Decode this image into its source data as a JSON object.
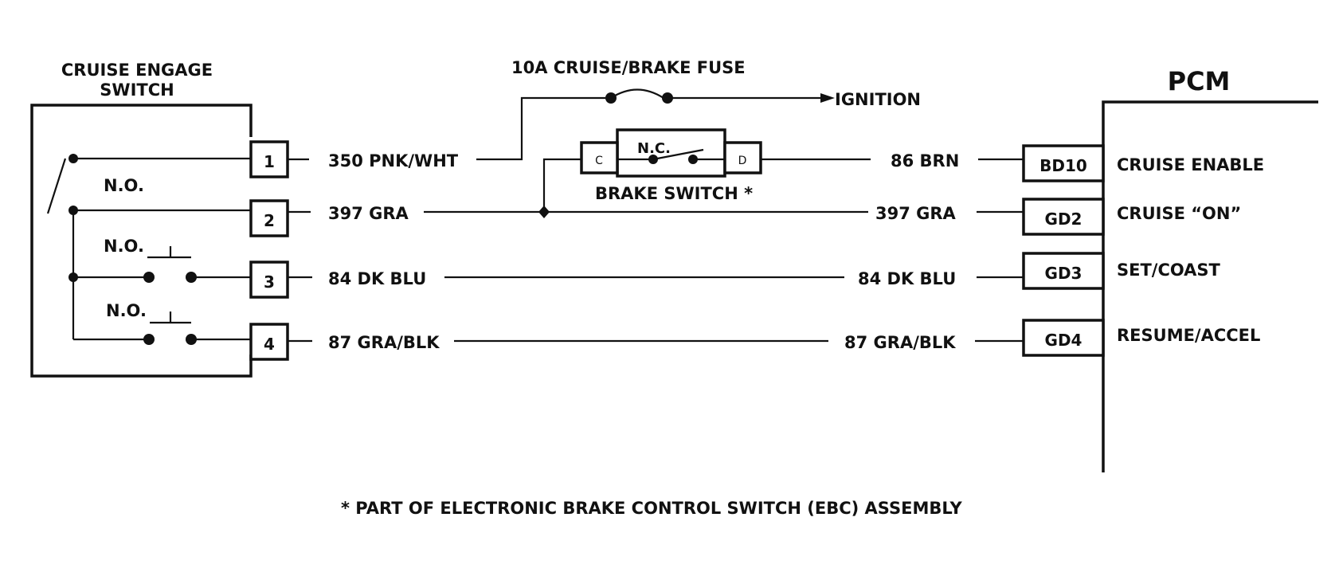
{
  "switch": {
    "title_line1": "CRUISE ENGAGE",
    "title_line2": "SWITCH",
    "contacts": [
      "N.O.",
      "N.O.",
      "N.O."
    ],
    "pins": [
      "1",
      "2",
      "3",
      "4"
    ]
  },
  "fuse": {
    "label": "10A CRUISE/BRAKE FUSE",
    "destination": "IGNITION"
  },
  "brake_switch": {
    "label": "BRAKE SWITCH *",
    "state": "N.C.",
    "terminal_c": "C",
    "terminal_d": "D"
  },
  "wires": [
    {
      "left": "350 PNK/WHT",
      "right": "86 BRN"
    },
    {
      "left": "397 GRA",
      "right": "397 GRA"
    },
    {
      "left": "84 DK BLU",
      "right": "84 DK BLU"
    },
    {
      "left": "87 GRA/BLK",
      "right": "87 GRA/BLK"
    }
  ],
  "pcm": {
    "title": "PCM",
    "terminals": [
      {
        "pin": "BD10",
        "function": "CRUISE ENABLE"
      },
      {
        "pin": "GD2",
        "function": "CRUISE “ON”"
      },
      {
        "pin": "GD3",
        "function": "SET/COAST"
      },
      {
        "pin": "GD4",
        "function": "RESUME/ACCEL"
      }
    ]
  },
  "footnote": "* PART OF ELECTRONIC BRAKE CONTROL SWITCH (EBC) ASSEMBLY"
}
